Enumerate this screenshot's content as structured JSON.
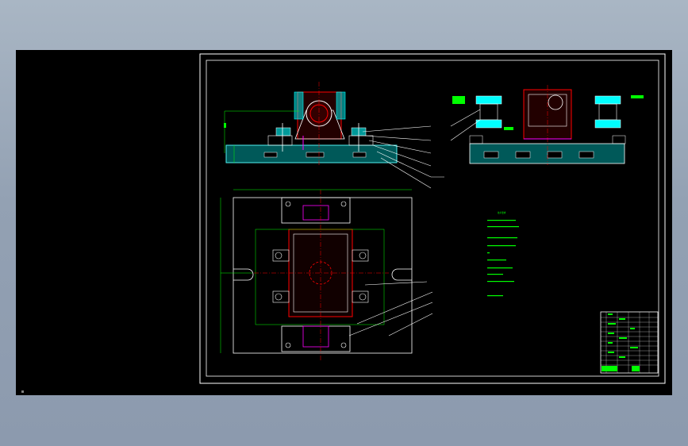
{
  "app": {
    "title": "",
    "background_top": "#a9b6c4",
    "background_bottom": "#8c9aae",
    "viewport_color": "#000000"
  },
  "drawing": {
    "sheet_border_color": "#ffffff",
    "outline_color": "#ffffff",
    "centerline_color": "#ff0000",
    "dimension_color": "#00ff00",
    "fill_color": "#00ffff",
    "accent_color": "#ff00ff",
    "views": [
      "front-view",
      "side-view",
      "top-view"
    ],
    "technical_notes": {
      "title": "技术要求",
      "lines": [
        "",
        "",
        "",
        "",
        "",
        "",
        "",
        ""
      ]
    },
    "title_block": {
      "rows": 12,
      "columns": 6
    }
  }
}
